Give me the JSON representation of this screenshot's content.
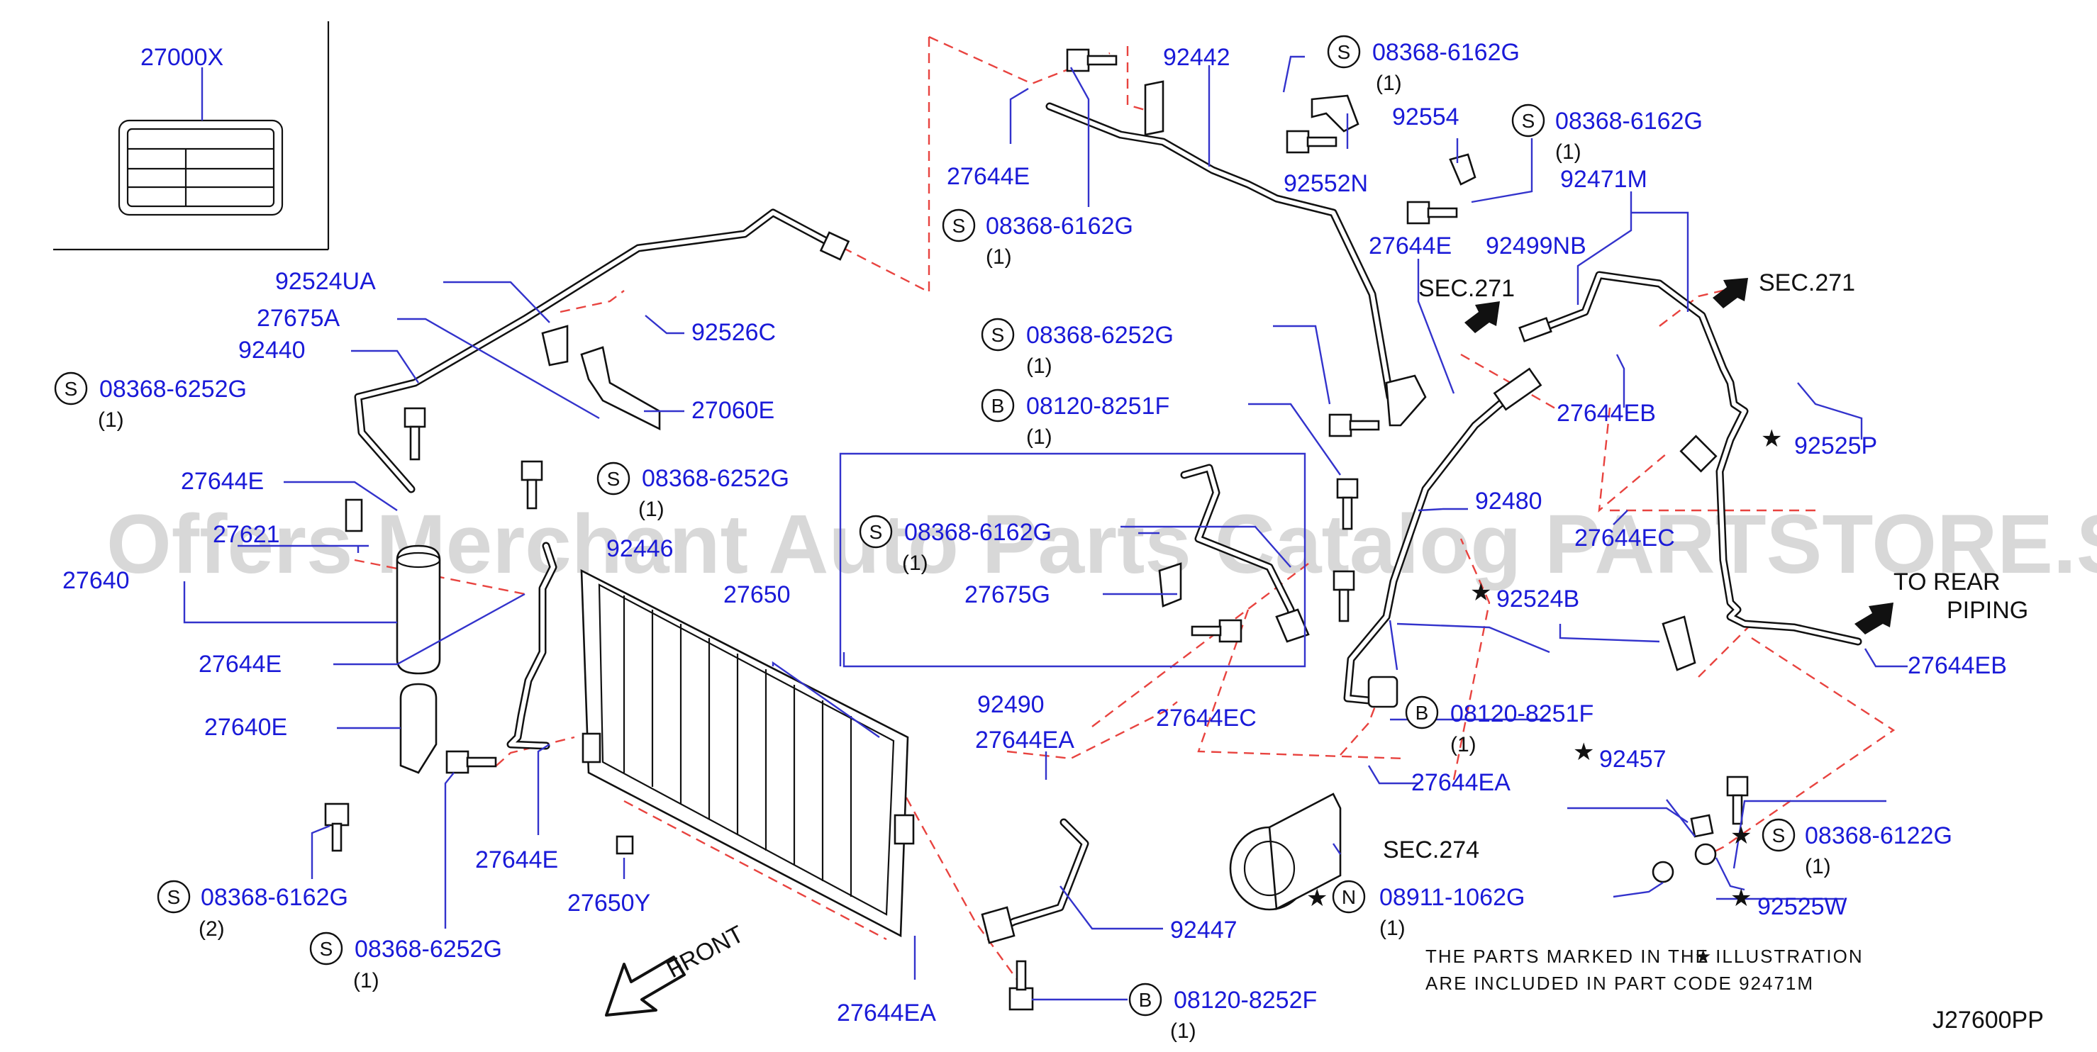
{
  "diagram_code": "J27600PP",
  "watermark": "Offers Merchant Auto Parts Catalog PARTSTORE.SA",
  "colors": {
    "part_number": "#1a1ad8",
    "dash_line": "#e8433f",
    "leader": "#3333cc",
    "ink": "#111111"
  },
  "labels": {
    "l_27000X": "27000X",
    "l_92524UA": "92524UA",
    "l_27675A": "27675A",
    "l_92440": "92440",
    "l_08368_6252G_a": "08368-6252G",
    "q_08368_6252G_a": "(1)",
    "l_92526C": "92526C",
    "l_27060E": "27060E",
    "l_08368_6252G_b": "08368-6252G",
    "q_08368_6252G_b": "(1)",
    "l_27644E_a": "27644E",
    "l_27621": "27621",
    "l_92446": "92446",
    "l_27640": "27640",
    "l_27644E_b": "27644E",
    "l_27640E": "27640E",
    "l_27650": "27650",
    "l_27644E_c": "27644E",
    "l_08368_6162G_a": "08368-6162G",
    "q_08368_6162G_a": "(2)",
    "l_27650Y": "27650Y",
    "l_08368_6252G_c": "08368-6252G",
    "q_08368_6252G_c": "(1)",
    "front": "FRONT",
    "l_27644E_top": "27644E",
    "l_08368_6162G_b": "08368-6162G",
    "q_08368_6162G_b": "(1)",
    "l_92442": "92442",
    "l_08368_6252G_d": "08368-6252G",
    "q_08368_6252G_d": "(1)",
    "l_08120_8251F_a": "08120-8251F",
    "q_08120_8251F_a": "(1)",
    "l_08368_6162G_c": "08368-6162G",
    "q_08368_6162G_c": "(1)",
    "l_27675G": "27675G",
    "l_92490": "92490",
    "l_27644EA_a": "27644EA",
    "l_27644EC_a": "27644EC",
    "l_92447": "92447",
    "l_27644EA_b": "27644EA",
    "l_08120_8252F": "08120-8252F",
    "q_08120_8252F": "(1)",
    "l_08368_6162G_d": "08368-6162G",
    "q_08368_6162G_d": "(1)",
    "l_92554": "92554",
    "l_92552N": "92552N",
    "l_08368_6162G_e": "08368-6162G",
    "q_08368_6162G_e": "(1)",
    "l_92471M": "92471M",
    "l_27644E_d": "27644E",
    "l_92499NB": "92499NB",
    "l_sec271_a": "SEC.271",
    "l_sec271_b": "SEC.271",
    "l_27644EB_a": "27644EB",
    "l_92525P": "92525P",
    "l_92480": "92480",
    "l_27644EC_b": "27644EC",
    "l_92524B": "92524B",
    "l_to_rear_1": "TO  REAR",
    "l_to_rear_2": "PIPING",
    "l_27644EB_b": "27644EB",
    "l_08120_8251F_b": "08120-8251F",
    "q_08120_8251F_b": "(1)",
    "l_27644EA_c": "27644EA",
    "l_sec274": "SEC.274",
    "l_08911_1062G": "08911-1062G",
    "q_08911_1062G": "(1)",
    "l_92457": "92457",
    "l_08368_6122G": "08368-6122G",
    "q_08368_6122G": "(1)",
    "l_92525W": "92525W",
    "note_line1": "THE   PARTS   MARKED        IN   THE   ILLUSTRATION",
    "note_line2": "ARE   INCLUDED   IN   PART   CODE   92471M"
  },
  "symbols": {
    "S": "S",
    "B": "B",
    "N": "N",
    "star": "★"
  }
}
